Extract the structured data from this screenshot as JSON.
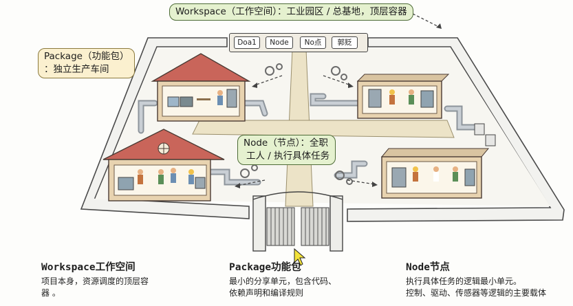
{
  "callouts": {
    "workspace": "Workspace（工作空间）：工业园区 / 总基地，顶层容器",
    "package_line1": "Package（功能包）",
    "package_line2": "：独立生产车间",
    "node_line1": "Node（节点）：全职",
    "node_line2": "工人 / 执行具体任务"
  },
  "sign_labels": [
    "Doa1",
    "Node",
    "No点",
    "郭贬"
  ],
  "captions": [
    {
      "title": "Workspace工作空间",
      "lines": [
        "项目本身，资源调度的顶层容",
        "器 。"
      ]
    },
    {
      "title": "Package功能包",
      "lines": [
        "最小的分享单元，包含代码、",
        "依赖声明和编译规则"
      ]
    },
    {
      "title": "Node节点",
      "lines": [
        "执行具体任务的逻辑最小单元。",
        "控制、驱动、传感器等逻辑的主要载体"
      ]
    }
  ],
  "colors": {
    "callout_green": "#e5f1cf",
    "callout_cream": "#fbf0cf",
    "roof_red": "#c9655a",
    "wall_tan": "#e8d3b0",
    "pipe_gray": "#b7bec6",
    "cursor_yellow": "#f2e23a"
  }
}
